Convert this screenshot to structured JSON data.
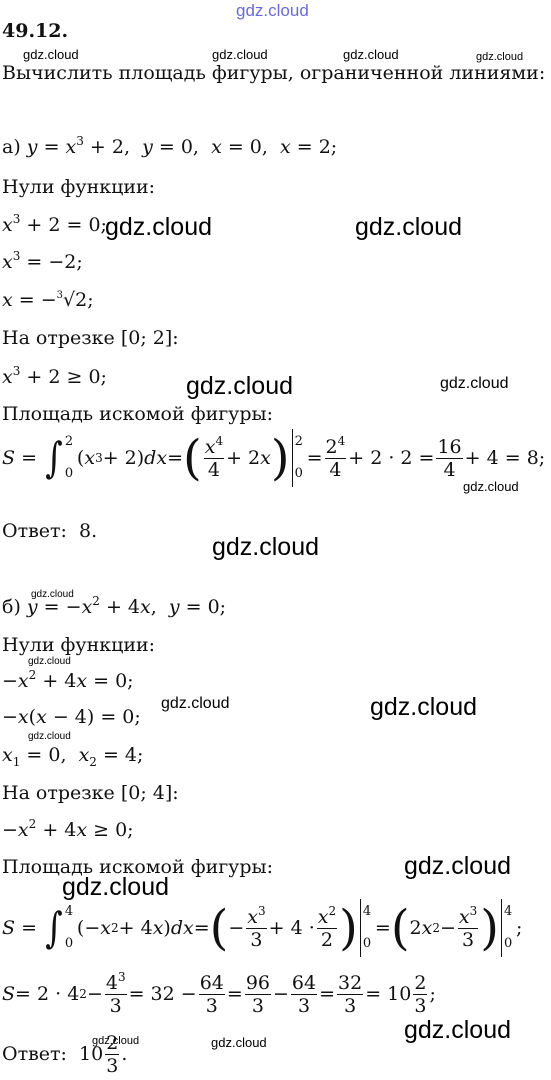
{
  "watermark_text": "gdz.cloud",
  "header": {
    "number": "49.12."
  },
  "task": "Вычислить площадь фигуры, ограниченной линиями:",
  "part_a": {
    "label": "а)",
    "zeros_label": "Нули функции:",
    "segment_label": "На отрезке [0;  2]:",
    "area_label": "Площадь искомой фигуры:",
    "answer_label": "Ответ:",
    "answer_value": "8."
  },
  "part_b": {
    "label": "б)",
    "zeros_label": "Нули функции:",
    "segment_label": "На отрезке [0;  4]:",
    "area_label": "Площадь искомой фигуры:",
    "answer_label": "Ответ:"
  }
}
